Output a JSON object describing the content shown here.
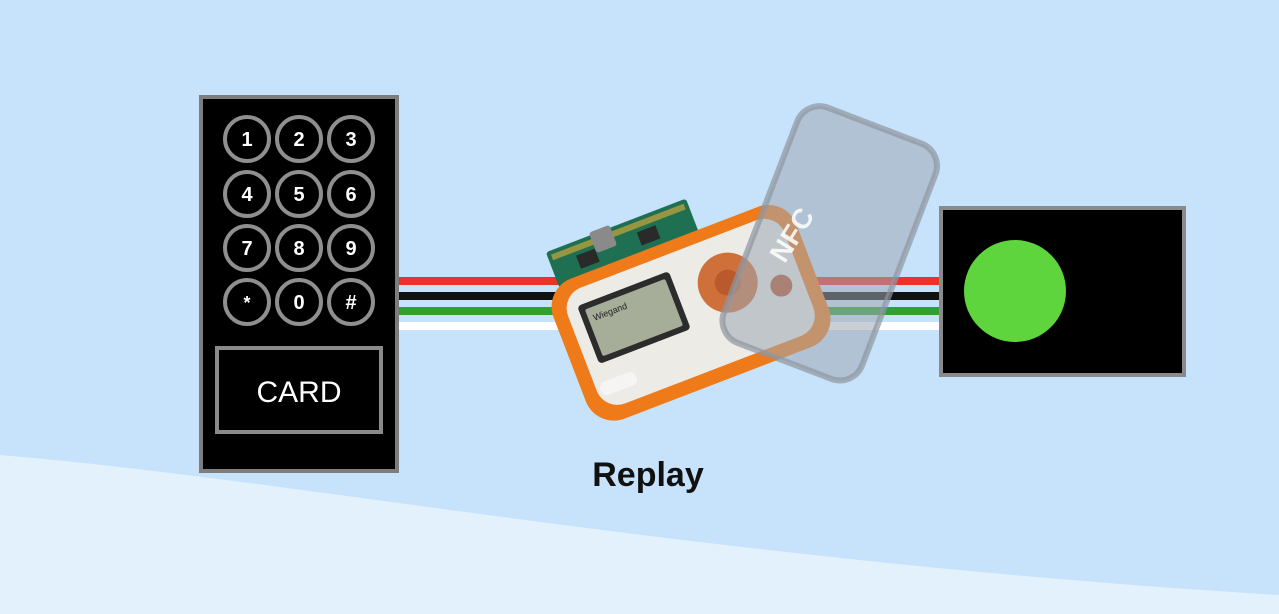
{
  "keypad": {
    "keys": [
      "1",
      "2",
      "3",
      "4",
      "5",
      "6",
      "7",
      "8",
      "9",
      "*",
      "0",
      "#"
    ],
    "card_label": "CARD"
  },
  "wires": {
    "colors": [
      "#e8322b",
      "#111111",
      "#2ea12f",
      "#ffffff"
    ]
  },
  "device": {
    "screen_label": "Wiegand",
    "body_color": "#ef7a1a"
  },
  "nfc_card": {
    "label": "NFC"
  },
  "controller": {
    "status_color": "#5ed53c"
  },
  "caption": {
    "text": "Replay"
  }
}
